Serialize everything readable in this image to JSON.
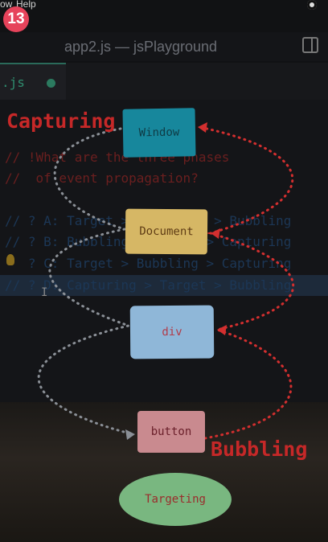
{
  "menu": {
    "left": "ow",
    "help": "Help"
  },
  "badge": "13",
  "window_title": "app2.js — jsPlayground",
  "tab": {
    "label": ".js"
  },
  "code": {
    "comment1": "// !What are the three phases",
    "comment2": "//  of event propagation?",
    "qa": "// ? A: Target > Capturing > Bubbling",
    "qb": "// ? B: Bubbling > Target > Capturing",
    "qc": "   ? C: Target > Bubbling > Capturing",
    "qd": "// ? D: Capturing > Target > Bubbling"
  },
  "diagram": {
    "capturing_label": "Capturing",
    "bubbling_label": "Bubbling",
    "nodes": {
      "window": "Window",
      "document": "Document",
      "div": "div",
      "button": "button",
      "targeting": "Targeting"
    },
    "colors": {
      "capture_path": "#8a8f96",
      "bubble_path": "#d32f2f",
      "label_red": "#c62828"
    }
  }
}
